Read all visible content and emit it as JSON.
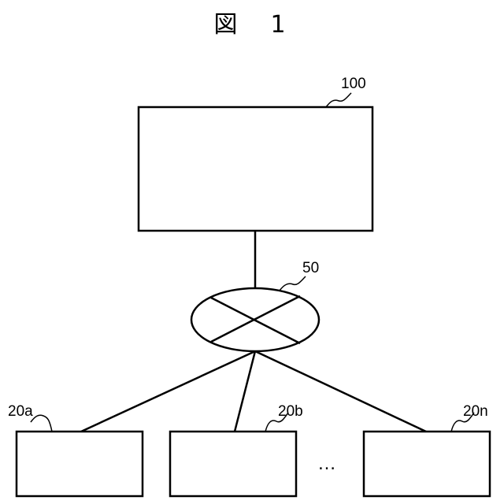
{
  "figure": {
    "title": "図　1"
  },
  "nodes": {
    "server": {
      "ref": "100"
    },
    "network": {
      "ref": "50"
    },
    "terminals": [
      {
        "ref": "20a"
      },
      {
        "ref": "20b"
      },
      {
        "ref": "20n"
      }
    ],
    "ellipsis": "…"
  }
}
